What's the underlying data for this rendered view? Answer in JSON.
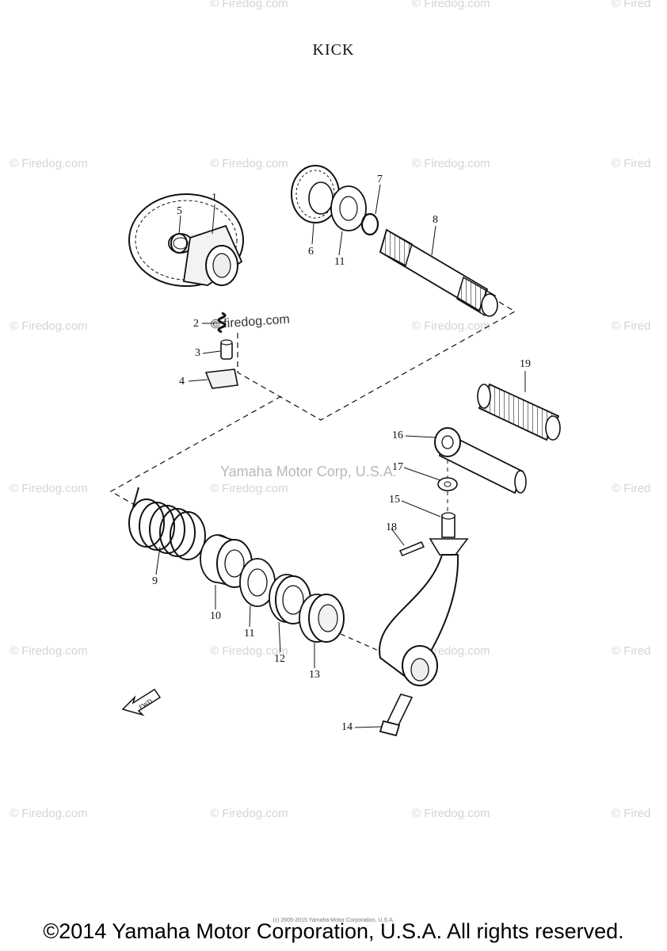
{
  "title": "KICK",
  "footer": "©2014 Yamaha Motor Corporation, U.S.A. All rights reserved.",
  "small_print": "(c) 2005-2015 Yamaha Motor Corporation, U.S.A.",
  "watermark": "© Firedog.com",
  "watermark_partial": "© Fired",
  "watermark_strong": "© firedog.com",
  "corp_watermark": "Yamaha Motor Corp, U.S.A.",
  "fwd_label": "FWD",
  "parts": [
    {
      "no": "1"
    },
    {
      "no": "2"
    },
    {
      "no": "3"
    },
    {
      "no": "4"
    },
    {
      "no": "5"
    },
    {
      "no": "6"
    },
    {
      "no": "7"
    },
    {
      "no": "8"
    },
    {
      "no": "9"
    },
    {
      "no": "10"
    },
    {
      "no": "11"
    },
    {
      "no": "11"
    },
    {
      "no": "12"
    },
    {
      "no": "13"
    },
    {
      "no": "14"
    },
    {
      "no": "15"
    },
    {
      "no": "16"
    },
    {
      "no": "17"
    },
    {
      "no": "18"
    },
    {
      "no": "19"
    }
  ],
  "colors": {
    "ink": "#111111",
    "watermark": "#d4d4d4"
  }
}
